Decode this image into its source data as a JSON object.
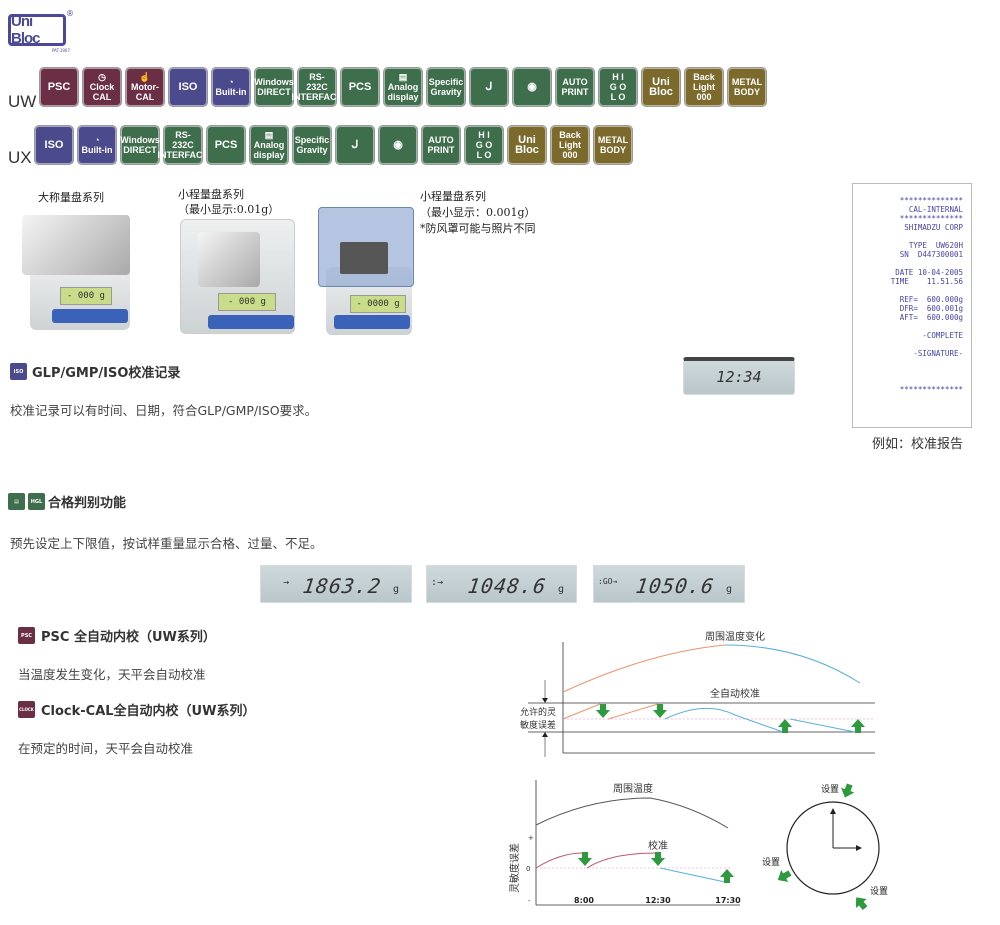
{
  "logo": {
    "text": "Uni Bloc",
    "sub": "PAT.1907",
    "reg": "®"
  },
  "rows": [
    {
      "label": "UW",
      "badges": [
        {
          "lines": [
            "PSC"
          ],
          "color": "#6b2f45"
        },
        {
          "lines": [
            "◷",
            "Clock CAL"
          ],
          "color": "#6b2f45"
        },
        {
          "lines": [
            "☝",
            "Motor-CAL"
          ],
          "color": "#6b2f45"
        },
        {
          "lines": [
            "ISO"
          ],
          "color": "#4a4a8c"
        },
        {
          "lines": [
            "◔",
            "Built-in"
          ],
          "color": "#4a4a8c"
        },
        {
          "lines": [
            "Windows",
            "DIRECT"
          ],
          "color": "#3f6e4c"
        },
        {
          "lines": [
            "RS-232C",
            "INTERFACE"
          ],
          "color": "#3f6e4c"
        },
        {
          "lines": [
            "PCS"
          ],
          "color": "#3f6e4c"
        },
        {
          "lines": [
            "▤",
            "Analog display"
          ],
          "color": "#3f6e4c"
        },
        {
          "lines": [
            "Specific",
            "Gravity"
          ],
          "color": "#3f6e4c"
        },
        {
          "lines": [
            "ᒍ"
          ],
          "color": "#3f6e4c"
        },
        {
          "lines": [
            "◉"
          ],
          "color": "#3f6e4c"
        },
        {
          "lines": [
            "AUTO",
            "PRINT"
          ],
          "color": "#3f6e4c"
        },
        {
          "lines": [
            "H I",
            "G O",
            "L O"
          ],
          "color": "#3f6e4c"
        },
        {
          "lines": [
            "Uni Bloc"
          ],
          "color": "#7c6a2c"
        },
        {
          "lines": [
            "Back Light",
            "000"
          ],
          "color": "#7c6a2c"
        },
        {
          "lines": [
            "METAL",
            "BODY"
          ],
          "color": "#7c6a2c"
        }
      ]
    },
    {
      "label": "UX",
      "badges": [
        {
          "lines": [
            "ISO"
          ],
          "color": "#4a4a8c"
        },
        {
          "lines": [
            "◔",
            "Built-in"
          ],
          "color": "#4a4a8c"
        },
        {
          "lines": [
            "Windows",
            "DIRECT"
          ],
          "color": "#3f6e4c"
        },
        {
          "lines": [
            "RS-232C",
            "INTERFACE"
          ],
          "color": "#3f6e4c"
        },
        {
          "lines": [
            "PCS"
          ],
          "color": "#3f6e4c"
        },
        {
          "lines": [
            "▤",
            "Analog display"
          ],
          "color": "#3f6e4c"
        },
        {
          "lines": [
            "Specific",
            "Gravity"
          ],
          "color": "#3f6e4c"
        },
        {
          "lines": [
            "ᒍ"
          ],
          "color": "#3f6e4c"
        },
        {
          "lines": [
            "◉"
          ],
          "color": "#3f6e4c"
        },
        {
          "lines": [
            "AUTO",
            "PRINT"
          ],
          "color": "#3f6e4c"
        },
        {
          "lines": [
            "H I",
            "G O",
            "L O"
          ],
          "color": "#3f6e4c"
        },
        {
          "lines": [
            "Uni Bloc"
          ],
          "color": "#7c6a2c"
        },
        {
          "lines": [
            "Back Light",
            "000"
          ],
          "color": "#7c6a2c"
        },
        {
          "lines": [
            "METAL",
            "BODY"
          ],
          "color": "#7c6a2c"
        }
      ]
    }
  ],
  "products": [
    {
      "caption": "大称量盘系列",
      "display": "- 000 g"
    },
    {
      "caption": "小程量盘系列\n（最小显示:0.01g）",
      "display": "- 000 g"
    },
    {
      "caption": "小程量盘系列\n（最小显示：0.001g）\n*防风罩可能与照片不同",
      "display": "- 0000 g"
    }
  ],
  "receipt": {
    "lines": [
      "**************",
      "CAL-INTERNAL",
      "**************",
      "SHIMADZU CORP",
      "",
      "TYPE  UW620H",
      "SN  D447300001",
      "",
      "DATE 10-04-2005",
      "TIME    11.51.56",
      "",
      "REF=  600.000g",
      "DFR=  600.001g",
      "AFT=  600.000g",
      "",
      "-COMPLETE",
      "",
      "-SIGNATURE-",
      "",
      "",
      "",
      "**************"
    ],
    "caption": "例如：校准报告"
  },
  "clock_display": "12:34",
  "glp": {
    "title": "GLP/GMP/ISO校准记录",
    "body": "校准记录可以有时间、日期，符合GLP/GMP/ISO要求。",
    "icon": "ISO"
  },
  "judge": {
    "title": "合格判别功能",
    "body": "预先设定上下限值，按试样重量显示合格、过量、不足。"
  },
  "displays": [
    {
      "value": "1863.2",
      "unit": "g",
      "indicator": "→"
    },
    {
      "value": "1048.6",
      "unit": "g",
      "indicator": ":→"
    },
    {
      "value": "1050.6",
      "unit": "g",
      "indicator": ":GO→"
    }
  ],
  "psc": {
    "title": "PSC 全自动内校（UW系列）",
    "body": "当温度发生变化，天平会自动校准",
    "icon": "PSC"
  },
  "clockcal": {
    "title": "Clock-CAL全自动内校（UW系列）",
    "body": "在预定的时间，天平会自动校准",
    "icon": "CLOCK"
  },
  "diagram1": {
    "title": "周围温度变化",
    "label": "全自动校准",
    "tolerance": [
      "允许的灵",
      "敏度误差"
    ]
  },
  "diagram2": {
    "title": "周围温度",
    "label": "校准",
    "ylabel": "灵敏度误差",
    "ticks": [
      "+",
      "0",
      "-"
    ],
    "times": [
      "8:00",
      "12:30",
      "17:30"
    ],
    "settings": [
      "设置",
      "设置",
      "设置"
    ]
  }
}
